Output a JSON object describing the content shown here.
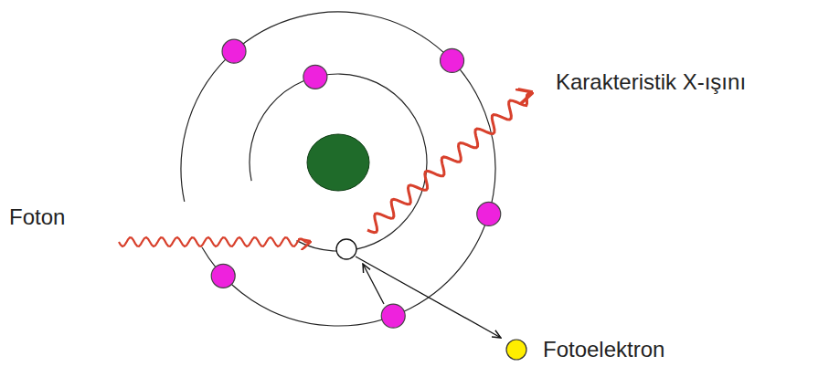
{
  "diagram": {
    "labels": [
      "Karakteristik X-ışını",
      "Foton",
      "Fotoelektron"
    ]
  }
}
